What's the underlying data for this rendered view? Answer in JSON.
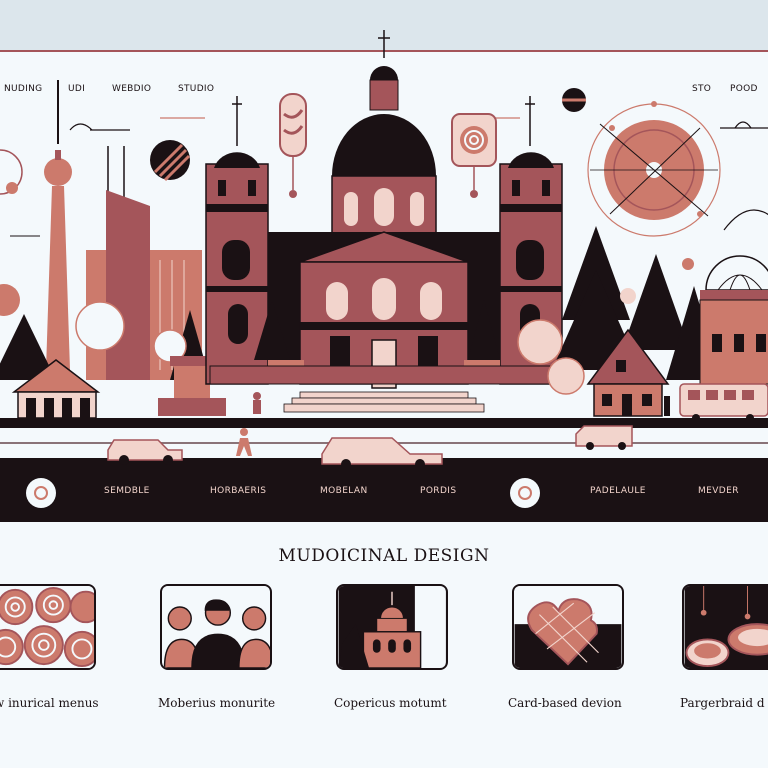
{
  "top_nav": {
    "items": [
      "NUDING",
      "UDI",
      "WEBDIO",
      "STUDIO",
      "STO",
      "POOD"
    ]
  },
  "nav_bar": {
    "items": [
      "SEMDBLE",
      "HORBAERIS",
      "MOBELAN",
      "PORDIS",
      "PADELAULE",
      "MEVDER"
    ]
  },
  "section": {
    "title": "MUDOICINAL DESIGN"
  },
  "cards": [
    {
      "label": "w inurical menus",
      "icon": "gingerbread-cookies-icon"
    },
    {
      "label": "Moberius monurite",
      "icon": "people-icon"
    },
    {
      "label": "Copericus motumt",
      "icon": "church-icon"
    },
    {
      "label": "Card-based devion",
      "icon": "gingerbread-heart-icon"
    },
    {
      "label": "Pargerbraid d",
      "icon": "gingerbread-plates-icon"
    }
  ],
  "colors": {
    "ink": "#1a1114",
    "brick": "#a4555a",
    "salmon": "#cc7a6c",
    "blush": "#f2d4cc",
    "sky": "#f4f9fc"
  }
}
